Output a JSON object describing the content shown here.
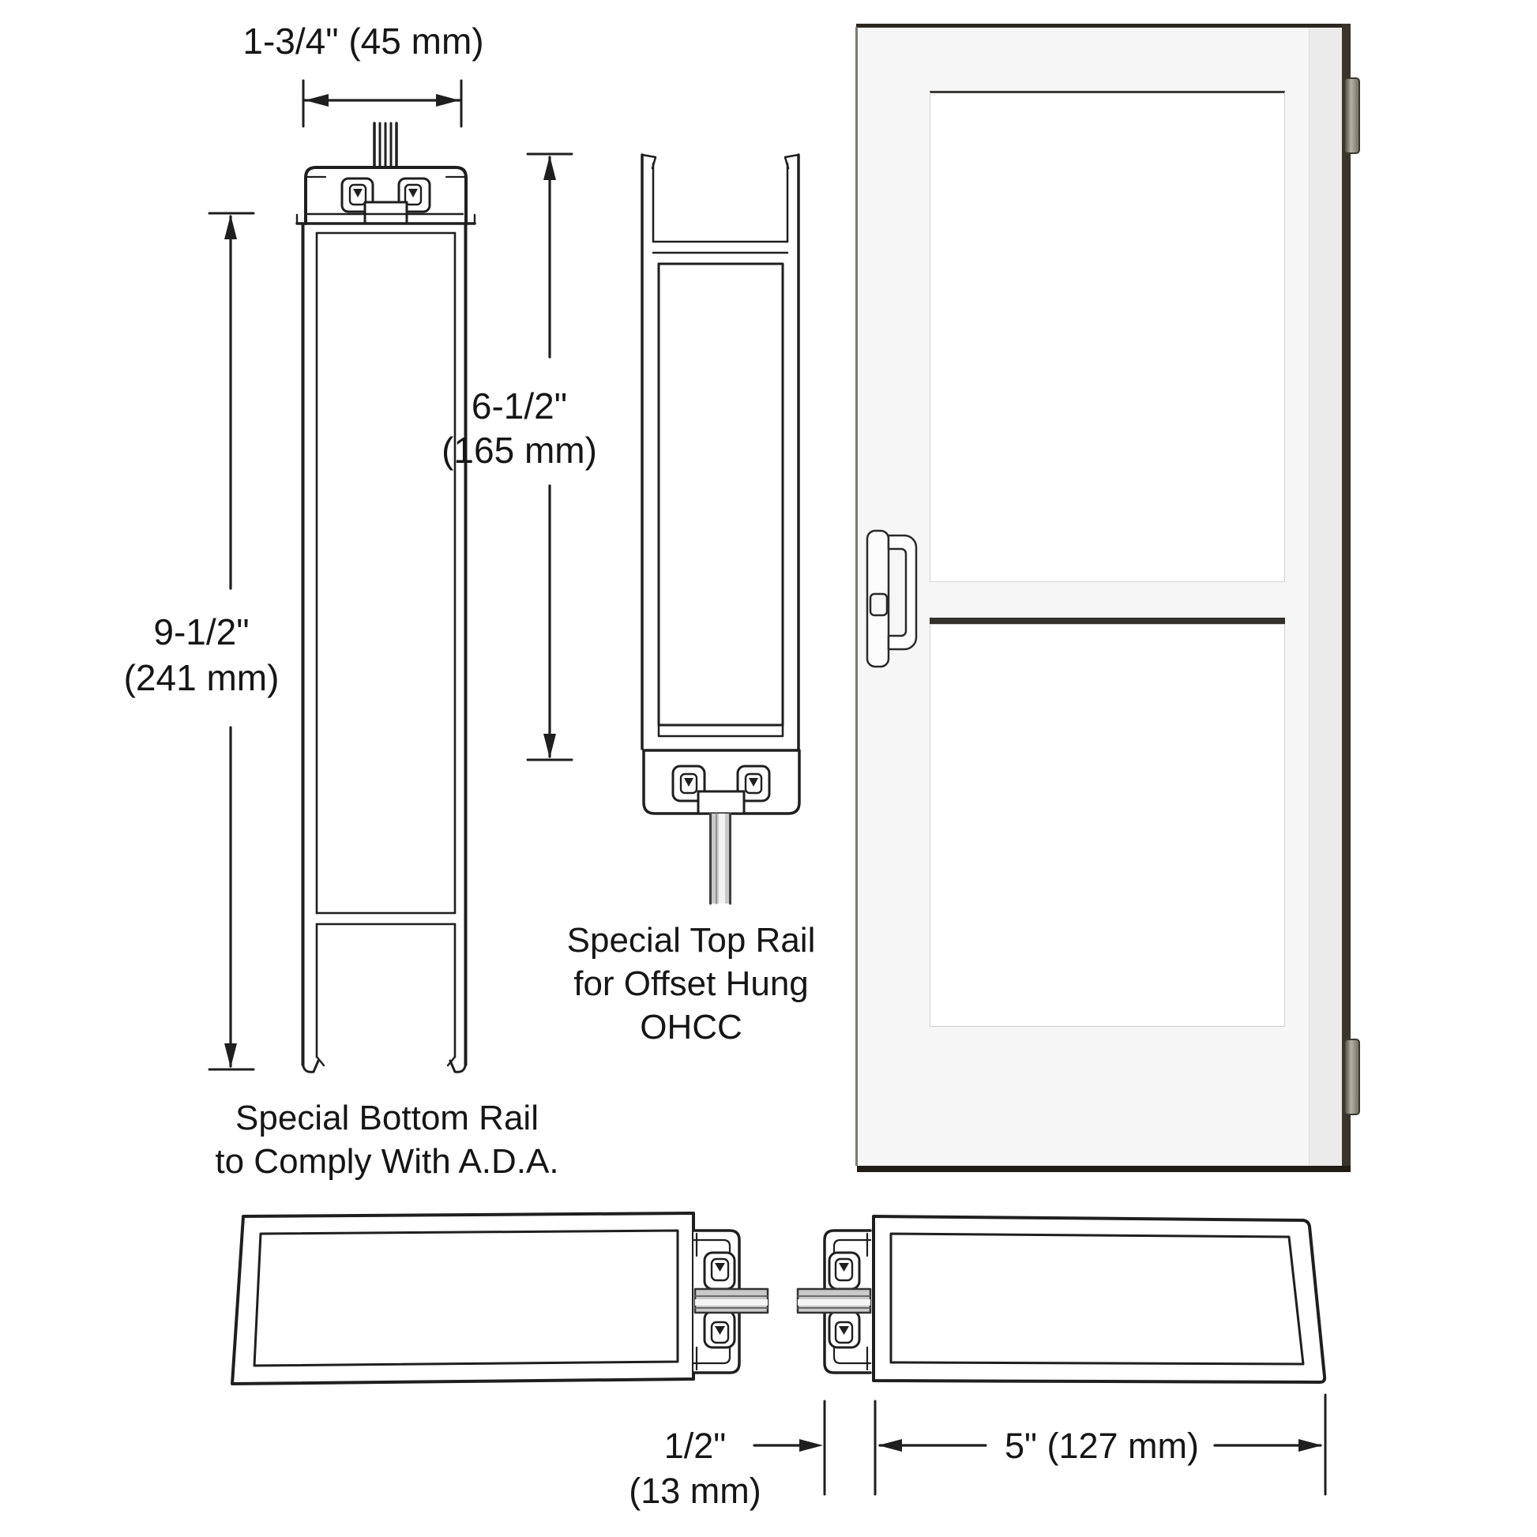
{
  "dimensions": {
    "rail_width": "1-3/4\" (45 mm)",
    "bottom_rail_height": {
      "imperial": "9-1/2\"",
      "metric": "(241 mm)"
    },
    "top_rail_height": {
      "imperial": "6-1/2\"",
      "metric": "(165 mm)"
    },
    "stile_gap": {
      "imperial": "1/2\"",
      "metric": "(13 mm)"
    },
    "stile_width": "5\" (127 mm)"
  },
  "captions": {
    "bottom_rail": [
      "Special Bottom Rail",
      "to Comply With A.D.A."
    ],
    "top_rail": [
      "Special Top Rail",
      "for Offset Hung",
      "OHCC"
    ]
  },
  "colors": {
    "line": "#1f1f1f",
    "glass_fill": "#c9c9c9",
    "door_face": "#f5f6f5",
    "door_edge": "#332e28",
    "hinge": "#8e8d7f"
  }
}
